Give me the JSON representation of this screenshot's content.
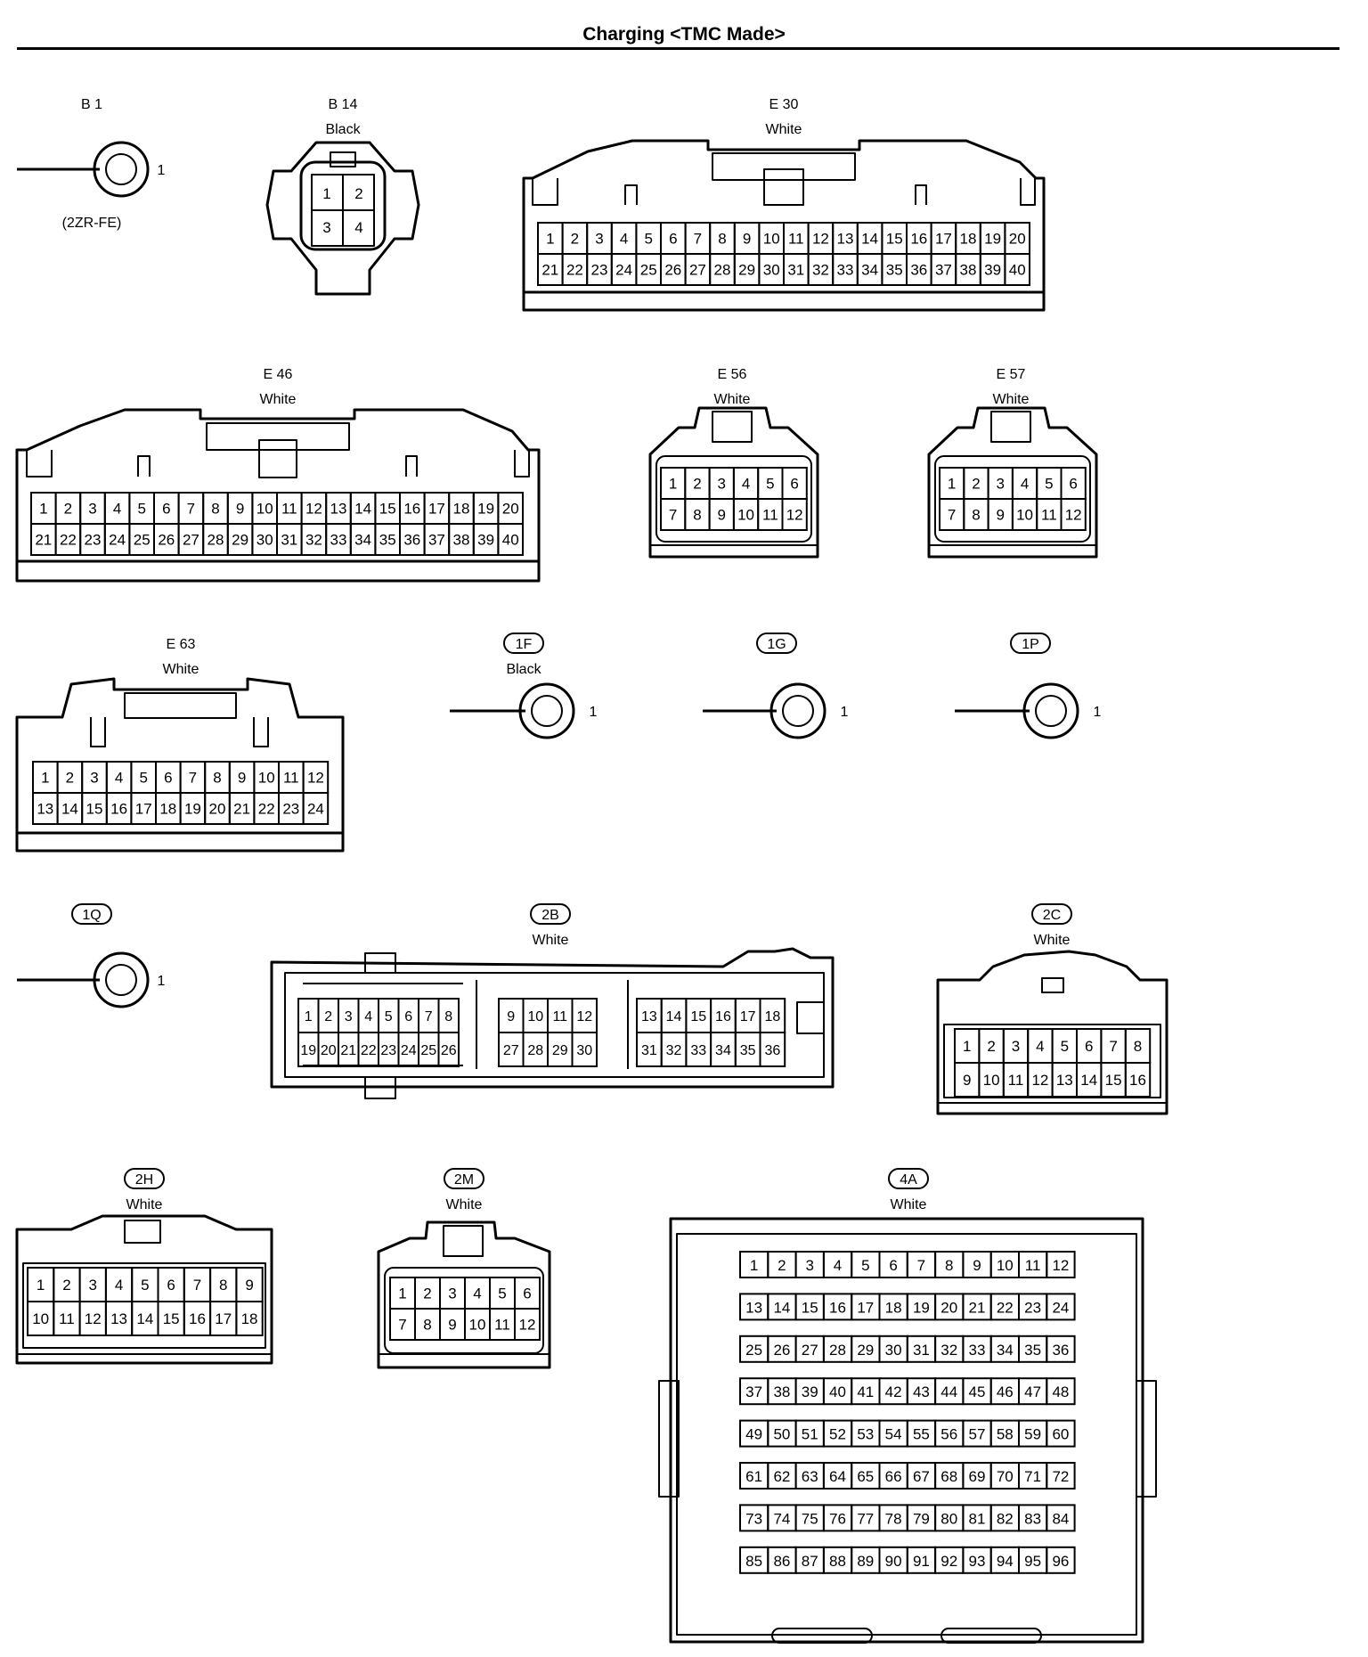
{
  "title": "Charging <TMC Made>",
  "connectors": {
    "B1": {
      "code": "B 1",
      "color": "",
      "note": "(2ZR-FE)",
      "pin": "1"
    },
    "B14": {
      "code": "B 14",
      "color": "Black",
      "pins": [
        "1",
        "2",
        "3",
        "4"
      ]
    },
    "E30": {
      "code": "E 30",
      "color": "White",
      "rows": [
        [
          "1",
          "2",
          "3",
          "4",
          "5",
          "6",
          "7",
          "8",
          "9",
          "10",
          "11",
          "12",
          "13",
          "14",
          "15",
          "16",
          "17",
          "18",
          "19",
          "20"
        ],
        [
          "21",
          "22",
          "23",
          "24",
          "25",
          "26",
          "27",
          "28",
          "29",
          "30",
          "31",
          "32",
          "33",
          "34",
          "35",
          "36",
          "37",
          "38",
          "39",
          "40"
        ]
      ]
    },
    "E46": {
      "code": "E 46",
      "color": "White",
      "rows": [
        [
          "1",
          "2",
          "3",
          "4",
          "5",
          "6",
          "7",
          "8",
          "9",
          "10",
          "11",
          "12",
          "13",
          "14",
          "15",
          "16",
          "17",
          "18",
          "19",
          "20"
        ],
        [
          "21",
          "22",
          "23",
          "24",
          "25",
          "26",
          "27",
          "28",
          "29",
          "30",
          "31",
          "32",
          "33",
          "34",
          "35",
          "36",
          "37",
          "38",
          "39",
          "40"
        ]
      ]
    },
    "E56": {
      "code": "E 56",
      "color": "White",
      "rows": [
        [
          "1",
          "2",
          "3",
          "4",
          "5",
          "6"
        ],
        [
          "7",
          "8",
          "9",
          "10",
          "11",
          "12"
        ]
      ]
    },
    "E57": {
      "code": "E 57",
      "color": "White",
      "rows": [
        [
          "1",
          "2",
          "3",
          "4",
          "5",
          "6"
        ],
        [
          "7",
          "8",
          "9",
          "10",
          "11",
          "12"
        ]
      ]
    },
    "E63": {
      "code": "E 63",
      "color": "White",
      "rows": [
        [
          "1",
          "2",
          "3",
          "4",
          "5",
          "6",
          "7",
          "8",
          "9",
          "10",
          "11",
          "12"
        ],
        [
          "13",
          "14",
          "15",
          "16",
          "17",
          "18",
          "19",
          "20",
          "21",
          "22",
          "23",
          "24"
        ]
      ]
    },
    "1F": {
      "code": "1F",
      "color": "Black",
      "pin": "1"
    },
    "1G": {
      "code": "1G",
      "color": "",
      "pin": "1"
    },
    "1P": {
      "code": "1P",
      "color": "",
      "pin": "1"
    },
    "1Q": {
      "code": "1Q",
      "color": "",
      "pin": "1"
    },
    "2B": {
      "code": "2B",
      "color": "White",
      "groups": [
        {
          "rows": [
            [
              "1",
              "2",
              "3",
              "4",
              "5",
              "6",
              "7",
              "8"
            ],
            [
              "19",
              "20",
              "21",
              "22",
              "23",
              "24",
              "25",
              "26"
            ]
          ]
        },
        {
          "rows": [
            [
              "9",
              "10",
              "11",
              "12"
            ],
            [
              "27",
              "28",
              "29",
              "30"
            ]
          ]
        },
        {
          "rows": [
            [
              "13",
              "14",
              "15",
              "16",
              "17",
              "18"
            ],
            [
              "31",
              "32",
              "33",
              "34",
              "35",
              "36"
            ]
          ]
        }
      ]
    },
    "2C": {
      "code": "2C",
      "color": "White",
      "rows": [
        [
          "1",
          "2",
          "3",
          "4",
          "5",
          "6",
          "7",
          "8"
        ],
        [
          "9",
          "10",
          "11",
          "12",
          "13",
          "14",
          "15",
          "16"
        ]
      ]
    },
    "2H": {
      "code": "2H",
      "color": "White",
      "rows": [
        [
          "1",
          "2",
          "3",
          "4",
          "5",
          "6",
          "7",
          "8",
          "9"
        ],
        [
          "10",
          "11",
          "12",
          "13",
          "14",
          "15",
          "16",
          "17",
          "18"
        ]
      ]
    },
    "2M": {
      "code": "2M",
      "color": "White",
      "rows": [
        [
          "1",
          "2",
          "3",
          "4",
          "5",
          "6"
        ],
        [
          "7",
          "8",
          "9",
          "10",
          "11",
          "12"
        ]
      ]
    },
    "4A": {
      "code": "4A",
      "color": "White",
      "rows": [
        [
          "1",
          "2",
          "3",
          "4",
          "5",
          "6",
          "7",
          "8",
          "9",
          "10",
          "11",
          "12"
        ],
        [
          "13",
          "14",
          "15",
          "16",
          "17",
          "18",
          "19",
          "20",
          "21",
          "22",
          "23",
          "24"
        ],
        [
          "25",
          "26",
          "27",
          "28",
          "29",
          "30",
          "31",
          "32",
          "33",
          "34",
          "35",
          "36"
        ],
        [
          "37",
          "38",
          "39",
          "40",
          "41",
          "42",
          "43",
          "44",
          "45",
          "46",
          "47",
          "48"
        ],
        [
          "49",
          "50",
          "51",
          "52",
          "53",
          "54",
          "55",
          "56",
          "57",
          "58",
          "59",
          "60"
        ],
        [
          "61",
          "62",
          "63",
          "64",
          "65",
          "66",
          "67",
          "68",
          "69",
          "70",
          "71",
          "72"
        ],
        [
          "73",
          "74",
          "75",
          "76",
          "77",
          "78",
          "79",
          "80",
          "81",
          "82",
          "83",
          "84"
        ],
        [
          "85",
          "86",
          "87",
          "88",
          "89",
          "90",
          "91",
          "92",
          "93",
          "94",
          "95",
          "96"
        ]
      ]
    }
  }
}
